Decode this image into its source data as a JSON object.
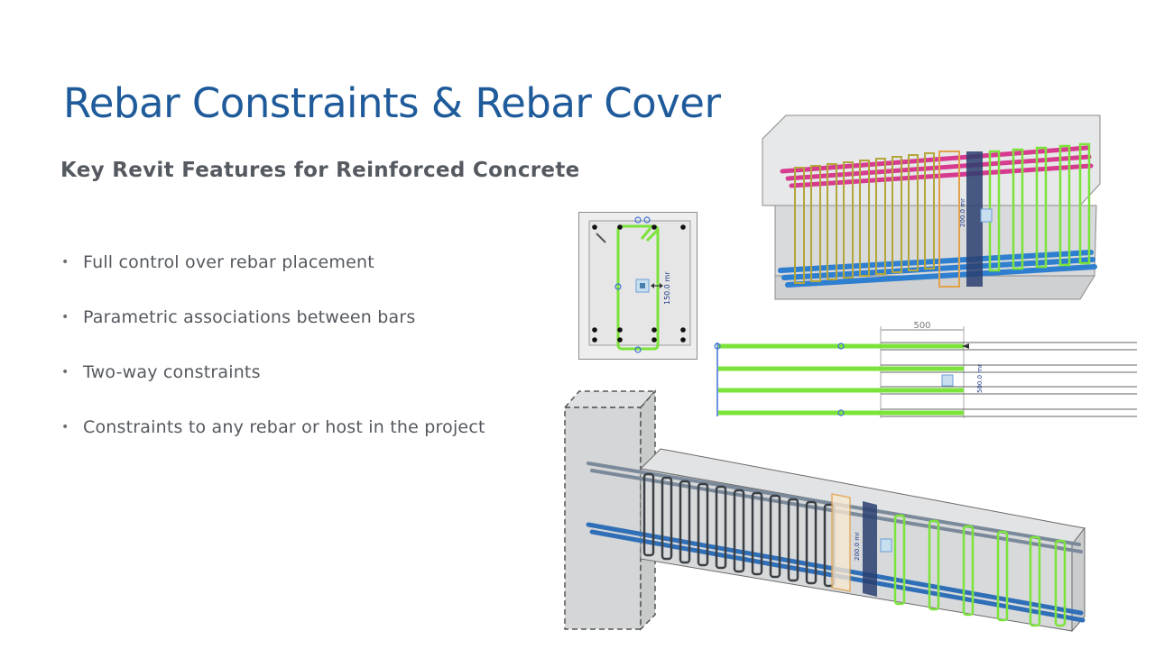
{
  "slide": {
    "title": "Rebar Constraints & Rebar Cover",
    "subtitle": "Key Revit Features for Reinforced Concrete",
    "bullets": [
      "Full control over rebar placement",
      "Parametric associations between bars",
      "Two-way constraints",
      "Constraints to any rebar or host in the project"
    ],
    "bullet_glyph": "•"
  },
  "figures": {
    "section_view": {
      "dimension_label": "150.0 mr"
    },
    "beam_top": {
      "dimension_label": "200.0 mr"
    },
    "plan_view": {
      "dimension_top": "500",
      "dimension_side": "500.0 mr"
    },
    "beam_bottom": {
      "dimension_label": "200.0 mr"
    }
  },
  "colors": {
    "title": "#1f5b9a",
    "text": "#555a60",
    "rebar_green": "#7be33a",
    "rebar_blue": "#2f7fd0",
    "rebar_magenta": "#d63b8f",
    "rebar_olive": "#b3a63a",
    "stirrup_orange": "#e2a24a",
    "concrete": "#e4e6e8"
  }
}
